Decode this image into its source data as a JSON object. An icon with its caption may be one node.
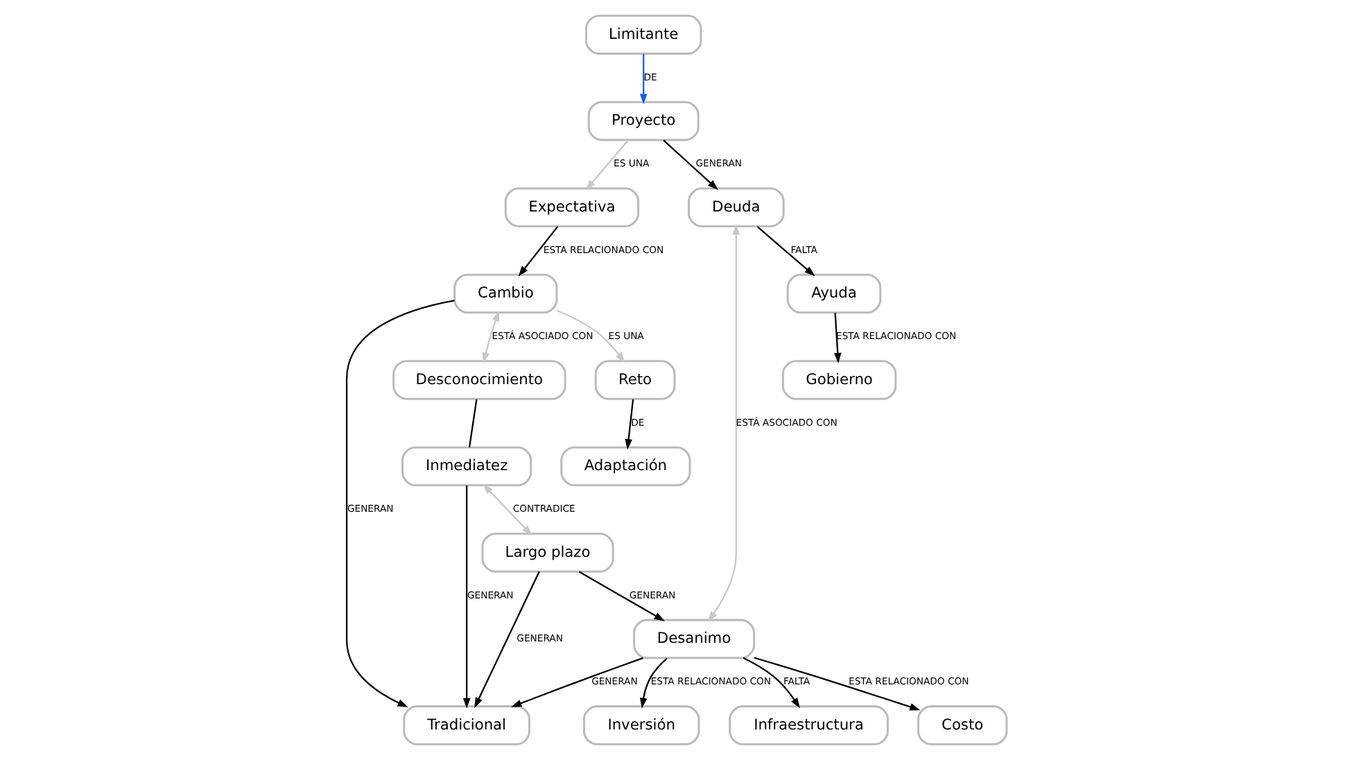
{
  "diagram": {
    "nodes": [
      {
        "text": [
          "Cambio"
        ]
      },
      {
        "text": [
          "Desconocimiento"
        ]
      },
      {
        "text": [
          "Inmediatez"
        ]
      },
      {
        "text": [
          "Reto"
        ]
      },
      {
        "text": [
          "Tradicional"
        ]
      },
      {
        "text": [
          "Expectativa"
        ]
      },
      {
        "text": [
          "Adaptación"
        ]
      },
      {
        "text": [
          "Proyecto"
        ]
      },
      {
        "text": [
          "Largo plazo"
        ]
      },
      {
        "text": [
          "Deuda"
        ]
      },
      {
        "text": [
          "Limitante"
        ]
      },
      {
        "text": [
          "Ayuda"
        ]
      },
      {
        "text": [
          "Desanimo"
        ]
      },
      {
        "text": [
          "Gobierno"
        ]
      },
      {
        "text": [
          "Infraestructura"
        ]
      },
      {
        "text": [
          "Costo"
        ]
      },
      {
        "text": [
          "Inversión"
        ]
      }
    ],
    "edges": [
      {
        "from": 0,
        "to": 1,
        "arrow": "both",
        "label": "ESTÁ ASOCIADO CON",
        "color": "#c8c8c8"
      },
      {
        "from": 1,
        "to": 2,
        "arrow": "none"
      },
      {
        "from": 0,
        "to": 3,
        "arrow": "to",
        "label": "ES UNA",
        "color": "#c8c8c8"
      },
      {
        "from": 0,
        "to": 4,
        "arrow": "to",
        "label": "GENERAN"
      },
      {
        "from": 2,
        "to": 4,
        "arrow": "to",
        "label": "GENERAN"
      },
      {
        "from": 2,
        "to": 8,
        "arrow": "both",
        "label": "CONTRADICE",
        "color": "#c8c8c8"
      },
      {
        "from": 5,
        "to": 0,
        "arrow": "to",
        "label": "ESTA RELACIONADO CON"
      },
      {
        "from": 7,
        "to": 5,
        "arrow": "to",
        "label": "ES UNA",
        "color": "#c8c8c8"
      },
      {
        "from": 3,
        "to": 6,
        "arrow": "to",
        "label": "DE"
      },
      {
        "from": 10,
        "to": 7,
        "arrow": "to",
        "label": "DE",
        "color": "#1a5ee8"
      },
      {
        "from": 7,
        "to": 9,
        "arrow": "to",
        "label": "GENERAN"
      },
      {
        "from": 8,
        "to": 4,
        "arrow": "to",
        "label": "GENERAN"
      },
      {
        "from": 12,
        "to": 4,
        "arrow": "to",
        "label": "GENERAN"
      },
      {
        "from": 8,
        "to": 12,
        "arrow": "to",
        "label": "GENERAN"
      },
      {
        "from": 9,
        "to": 11,
        "arrow": "to",
        "label": "FALTA"
      },
      {
        "from": 9,
        "to": 12,
        "arrow": "both",
        "label": "ESTÁ ASOCIADO CON",
        "color": "#c8c8c8"
      },
      {
        "from": 11,
        "to": 13,
        "arrow": "to",
        "label": "ESTA RELACIONADO CON"
      },
      {
        "from": 12,
        "to": 14,
        "arrow": "to",
        "label": "FALTA"
      },
      {
        "from": 12,
        "to": 16,
        "arrow": "to",
        "label": "ESTA RELACIONADO CON"
      },
      {
        "from": 12,
        "to": 15,
        "arrow": "to",
        "label": "ESTA RELACIONADO CON"
      }
    ]
  }
}
